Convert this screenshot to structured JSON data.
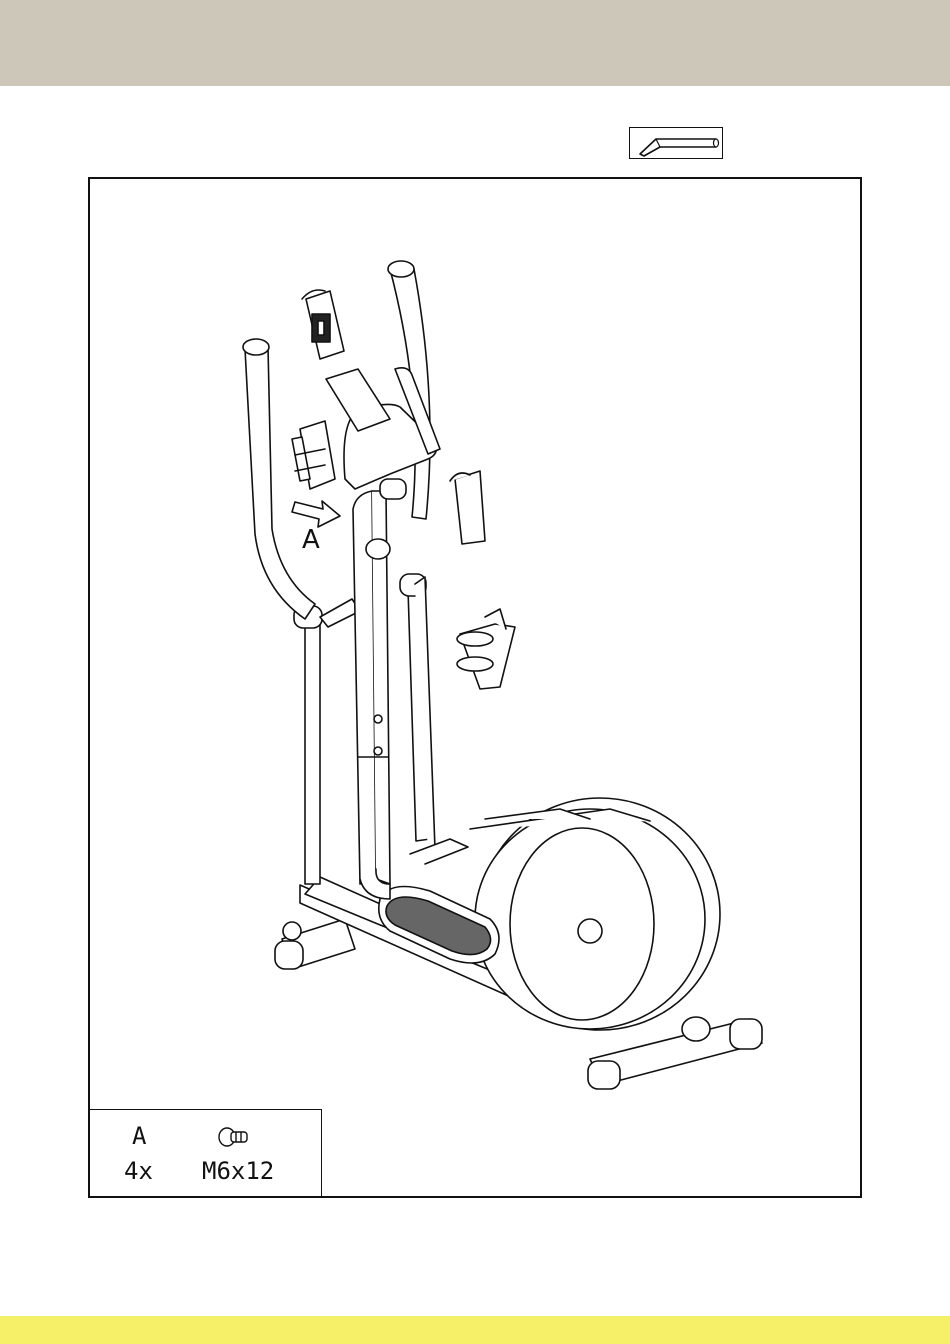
{
  "colors": {
    "top_band": "#ccc7b9",
    "bottom_band": "#f6f068",
    "line": "#111111"
  },
  "tool": {
    "icon": "allen-key-icon"
  },
  "illustration": {
    "icon": "elliptical-trainer-icon",
    "callout_label": "A"
  },
  "legend": {
    "part_label": "A",
    "quantity": "4x",
    "size": "M6x12",
    "icon": "screw-icon"
  }
}
